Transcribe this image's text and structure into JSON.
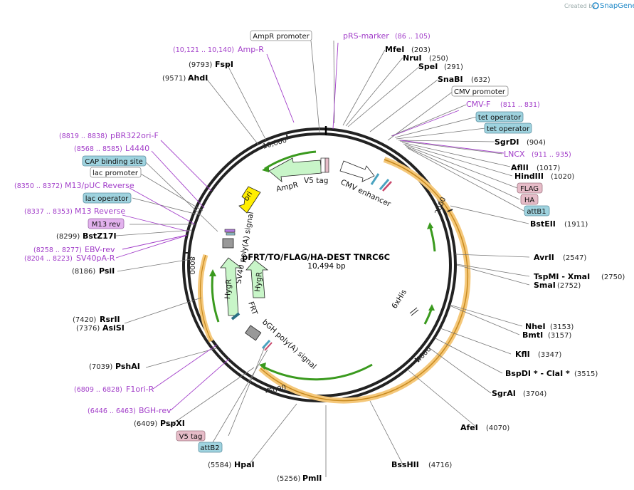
{
  "credit": {
    "prefix": "Created by",
    "brand": "SnapGene"
  },
  "center": {
    "title": "pFRT/TO/FLAG/HA-DEST TNRC6C",
    "size": "10,494 bp"
  },
  "ticks": [
    "10,000",
    "2000",
    "4000",
    "6000",
    "8000"
  ],
  "enzymes": [
    {
      "name": "MfeI",
      "pos": "(203)"
    },
    {
      "name": "NruI",
      "pos": "(250)"
    },
    {
      "name": "SpeI",
      "pos": "(291)"
    },
    {
      "name": "SnaBI",
      "pos": "(632)"
    },
    {
      "name": "SgrDI",
      "pos": "(904)"
    },
    {
      "name": "AflII",
      "pos": "(1017)"
    },
    {
      "name": "HindIII",
      "pos": "(1020)"
    },
    {
      "name": "BstEII",
      "pos": "(1911)"
    },
    {
      "name": "AvrII",
      "pos": "(2547)"
    },
    {
      "name": "TspMI  - XmaI",
      "pos": "(2750)"
    },
    {
      "name": "SmaI",
      "pos": "(2752)"
    },
    {
      "name": "NheI",
      "pos": "(3153)"
    },
    {
      "name": "BmtI",
      "pos": "(3157)"
    },
    {
      "name": "KflI",
      "pos": "(3347)"
    },
    {
      "name": "BspDI *  - ClaI *",
      "pos": "(3515)"
    },
    {
      "name": "SgrAI",
      "pos": "(3704)"
    },
    {
      "name": "AfeI",
      "pos": "(4070)"
    },
    {
      "name": "BssHII",
      "pos": "(4716)"
    },
    {
      "name": "PmlI",
      "pos": "(5256)"
    },
    {
      "name": "HpaI",
      "pos": "(5584)"
    },
    {
      "name": "PspXI",
      "pos": "(6409)"
    },
    {
      "name": "PshAI",
      "pos": "(7039)"
    },
    {
      "name": "RsrII",
      "pos": "(7420)"
    },
    {
      "name": "AsiSI",
      "pos": "(7376)"
    },
    {
      "name": "PsiI",
      "pos": "(8186)"
    },
    {
      "name": "BstZ17I",
      "pos": "(8299)"
    },
    {
      "name": "AhdI",
      "pos": "(9571)"
    },
    {
      "name": "FspI",
      "pos": "(9793)"
    }
  ],
  "primers": [
    {
      "name": "pRS-marker",
      "pos": "(86 .. 105)"
    },
    {
      "name": "Amp-R",
      "pos": "(10,121 .. 10,140)"
    },
    {
      "name": "CMV-F",
      "pos": "(811 .. 831)"
    },
    {
      "name": "LNCX",
      "pos": "(911 .. 935)"
    },
    {
      "name": "pBR322ori-F",
      "pos": "(8819 .. 8838)"
    },
    {
      "name": "L4440",
      "pos": "(8568 .. 8585)"
    },
    {
      "name": "M13/pUC Reverse",
      "pos": "(8350 .. 8372)"
    },
    {
      "name": "M13 Reverse",
      "pos": "(8337 .. 8353)"
    },
    {
      "name": "EBV-rev",
      "pos": "(8258 .. 8277)"
    },
    {
      "name": "SV40pA-R",
      "pos": "(8204 .. 8223)"
    },
    {
      "name": "F1ori-R",
      "pos": "(6809 .. 6828)"
    },
    {
      "name": "BGH-rev",
      "pos": "(6446 .. 6463)"
    }
  ],
  "boxes": [
    {
      "label": "AmpR promoter",
      "fill": "#ffffff",
      "stroke": "#888888"
    },
    {
      "label": "CMV promoter",
      "fill": "#ffffff",
      "stroke": "#888888"
    },
    {
      "label": "tet operator",
      "fill": "#9fd3df",
      "stroke": "#5c8fa0"
    },
    {
      "label": "tet operator",
      "fill": "#9fd3df",
      "stroke": "#5c8fa0"
    },
    {
      "label": "FLAG",
      "fill": "#e6bcc8",
      "stroke": "#a07884"
    },
    {
      "label": "HA",
      "fill": "#e6bcc8",
      "stroke": "#a07884"
    },
    {
      "label": "attB1",
      "fill": "#9fd3df",
      "stroke": "#5c8fa0"
    },
    {
      "label": "CAP binding site",
      "fill": "#9fd3df",
      "stroke": "#5c8fa0"
    },
    {
      "label": "lac promoter",
      "fill": "#ffffff",
      "stroke": "#888888"
    },
    {
      "label": "lac operator",
      "fill": "#9fd3df",
      "stroke": "#5c8fa0"
    },
    {
      "label": "M13 rev",
      "fill": "#e3b2ee",
      "stroke": "#9a6aa8"
    },
    {
      "label": "V5 tag",
      "fill": "#e6bcc8",
      "stroke": "#a07884"
    },
    {
      "label": "attB2",
      "fill": "#9fd3df",
      "stroke": "#5c8fa0"
    }
  ],
  "features": {
    "ampr": "AmpR",
    "v5tag": "V5 tag",
    "cmv_enhancer": "CMV enhancer",
    "ori": "ori",
    "sv40": "SV40 poly(A) signal",
    "hygr_outer": "HygR",
    "hygr_inner": "HygR",
    "frt": "FRT",
    "bgh": "bGH poly(A) signal",
    "his": "6xHis"
  },
  "colors": {
    "primer": "#a23ec9",
    "orange_gene": "#f5a623",
    "green_arrow": "#3a9a1e",
    "feature_green": "#c8f5c8"
  }
}
